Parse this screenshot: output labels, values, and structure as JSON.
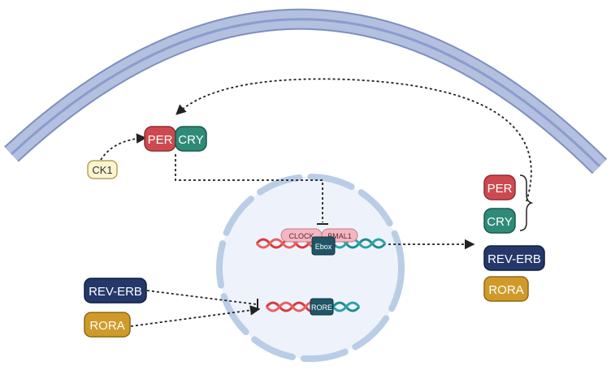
{
  "proteins": {
    "per_cyto": "PER",
    "cry_cyto": "CRY",
    "ck1": "CK1",
    "clock": "CLOCK",
    "bmal1": "BMAL1",
    "ebox": "Ebox",
    "rore": "RORE",
    "rev_erb_left": "REV-ERB",
    "rora_left": "RORA",
    "per_right": "PER",
    "cry_right": "CRY",
    "rev_erb_right": "REV-ERB",
    "rora_right": "RORA"
  },
  "colors": {
    "membrane": "#a9b7d8",
    "membrane_edge": "#7d8fbf",
    "nucleus_fill": "#eef3fb",
    "nucleus_edge": "#b9cde6",
    "per": "#cc4a4f",
    "cry": "#2f8a78",
    "ck1_fill": "#fbf5d0",
    "ck1_edge": "#b8a25a",
    "clock_fill": "#f4b6c0",
    "ebox": "#1f5566",
    "rev_erb": "#24386b",
    "rora": "#d09a2a",
    "dna_red": "#d83a3a",
    "dna_teal": "#1f8b8f"
  }
}
